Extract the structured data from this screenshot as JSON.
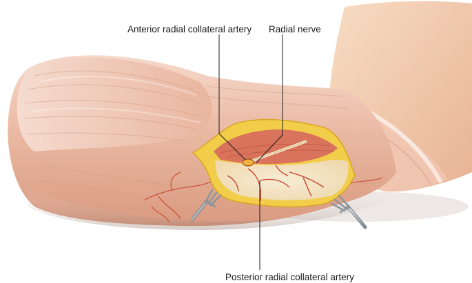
{
  "labels": {
    "anterior_radial_collateral_artery": "Anterior radial collateral artery",
    "radial_nerve": "Radial nerve",
    "posterior_radial_collateral_artery": "Posterior radial collateral artery"
  },
  "colors": {
    "background": "#ffffff",
    "muscle": "#e8b49f",
    "muscle_light": "#f3d2c3",
    "muscle_dark": "#c98a72",
    "skin": "#f4cfae",
    "fat_yellow": "#f2cd4a",
    "wound_edge": "#d8a520",
    "vessel": "#c8462c",
    "leader_line": "#1a1a1a",
    "retractor": "#9aa2a8"
  }
}
